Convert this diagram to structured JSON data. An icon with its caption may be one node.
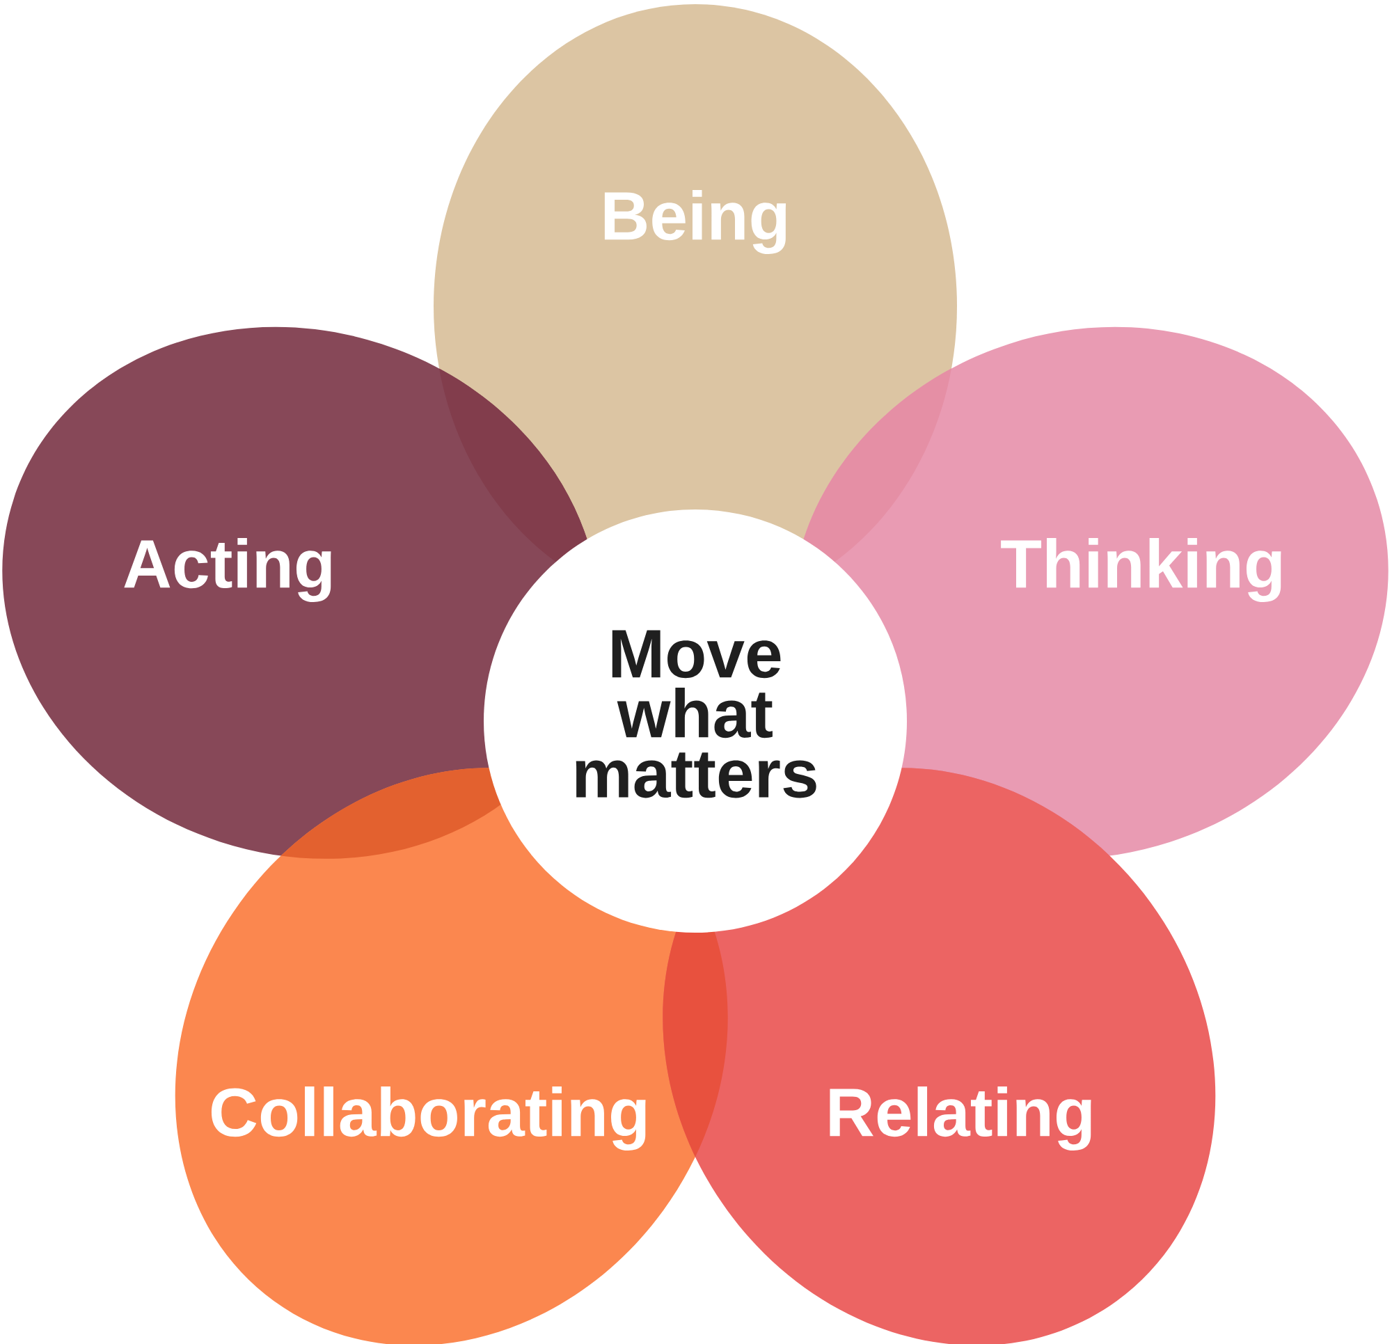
{
  "diagram": {
    "nodes": [
      {
        "text": [
          "Being"
        ]
      },
      {
        "text": [
          "Acting"
        ]
      },
      {
        "text": [
          "Thinking"
        ]
      },
      {
        "text": [
          "Move what matters"
        ]
      },
      {
        "text": [
          "Collaborating"
        ]
      },
      {
        "text": [
          "Relating"
        ]
      }
    ]
  }
}
